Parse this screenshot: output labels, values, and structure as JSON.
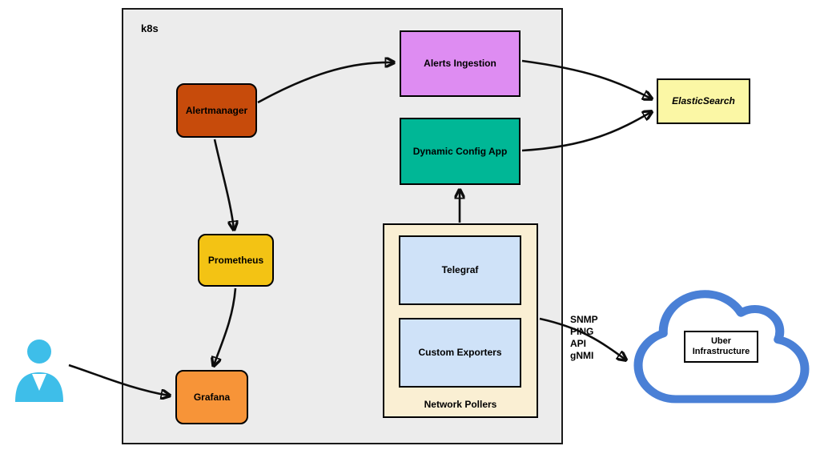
{
  "k8s": {
    "label": "k8s"
  },
  "nodes": {
    "alertmanager": {
      "label": "Alertmanager",
      "fill": "#C74B0B"
    },
    "alerts_ingestion": {
      "label": "Alerts Ingestion",
      "fill": "#DE8CF2"
    },
    "dynamic_config_app": {
      "label": "Dynamic Config App",
      "fill": "#00B796"
    },
    "prometheus": {
      "label": "Prometheus",
      "fill": "#F3C314"
    },
    "grafana": {
      "label": "Grafana",
      "fill": "#F79438"
    },
    "elasticsearch": {
      "label": "ElasticSearch",
      "fill": "#FBF7A5"
    },
    "network_pollers": {
      "label": "Network Pollers",
      "fill": "#FAEFD3"
    },
    "telegraf": {
      "label": "Telegraf",
      "fill": "#CFE2F8"
    },
    "custom_exporters": {
      "label": "Custom Exporters",
      "fill": "#CFE2F8"
    },
    "uber_infrastructure": {
      "label": "Uber\nInfrastructure",
      "fill": "#FFFFFF"
    }
  },
  "edge_labels": {
    "protocols": "SNMP\nPING\nAPI\ngNMI"
  },
  "colors": {
    "k8s_fill": "#ECECEC",
    "border": "#000000",
    "arrow": "#0D0D0D",
    "cloud_stroke": "#4A80D6",
    "person_fill": "#3EBEE9"
  }
}
